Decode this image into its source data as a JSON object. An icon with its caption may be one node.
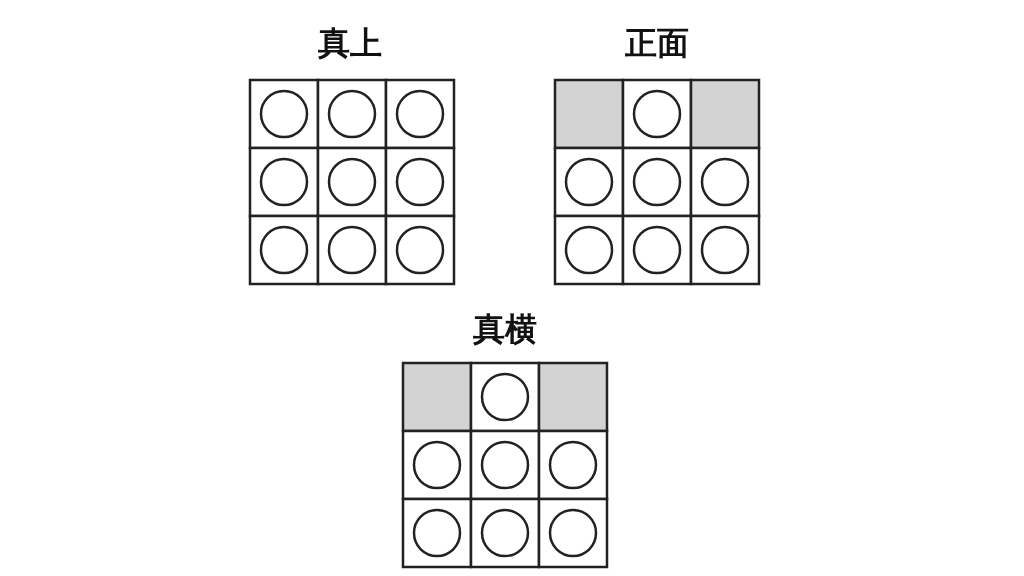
{
  "diagram": {
    "labels": [
      "真上",
      "正面",
      "真横"
    ]
  }
}
